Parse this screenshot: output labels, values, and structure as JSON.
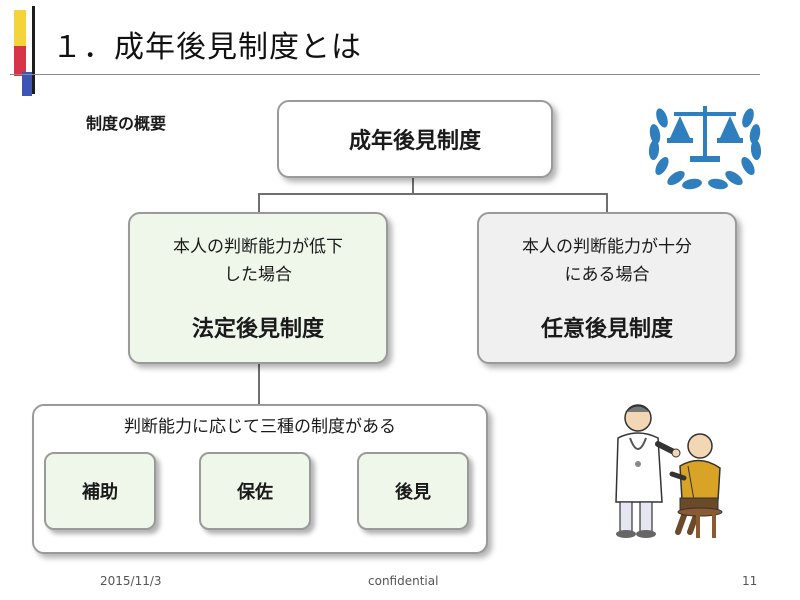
{
  "title": "１．成年後見制度とは",
  "overview_label": "制度の概要",
  "root": {
    "label": "成年後見制度"
  },
  "legal": {
    "condition_line1": "本人の判断能力が低下",
    "condition_line2": "した場合",
    "name": "法定後見制度"
  },
  "voluntary": {
    "condition_line1": "本人の判断能力が十分",
    "condition_line2": "にある場合",
    "name": "任意後見制度"
  },
  "three_systems": {
    "label": "判断能力に応じて三種の制度がある",
    "items": [
      "補助",
      "保佐",
      "後見"
    ]
  },
  "footer": {
    "date": "2015/11/3",
    "confidential": "confidential",
    "page": "11"
  },
  "icons": [
    "scales-of-justice-emblem-icon",
    "doctor-and-patient-illustration"
  ],
  "colors": {
    "accent_green": "#eef7ea",
    "box_gray": "#f0f0f0",
    "emblem_blue": "#2f7fbf"
  }
}
